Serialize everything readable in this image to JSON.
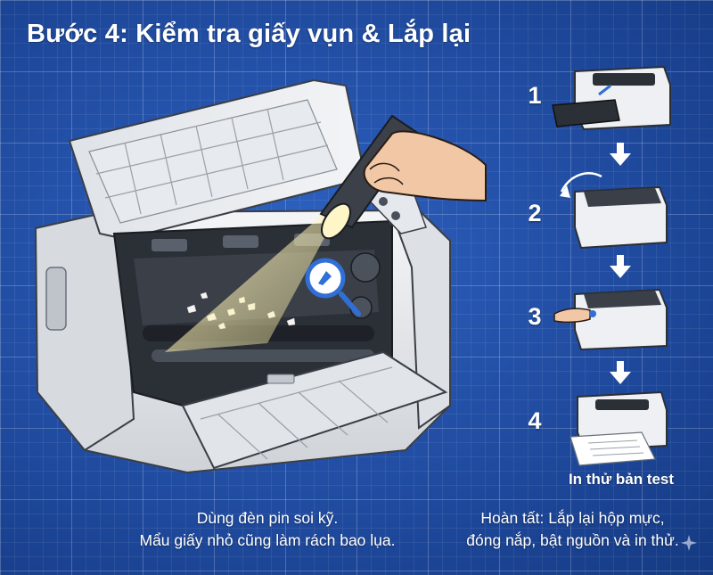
{
  "title": "Bước 4: Kiểm tra giấy vụn & Lắp lại",
  "main_panel": {
    "caption_line1": "Dùng đèn pin soi kỹ.",
    "caption_line2": "Mẩu giấy nhỏ cũng làm rách bao lụa."
  },
  "steps": {
    "items": [
      {
        "number": "1",
        "icon": "insert-cartridge-icon"
      },
      {
        "number": "2",
        "icon": "close-lid-icon"
      },
      {
        "number": "3",
        "icon": "power-button-icon"
      },
      {
        "number": "4",
        "icon": "print-test-icon"
      }
    ],
    "final_caption": "In thử bản test",
    "arrow_icon": "arrow-down-icon"
  },
  "summary": {
    "line1": "Hoàn tất: Lắp lại hộp mực,",
    "line2": "đóng nắp, bật nguồn và in thử."
  },
  "colors": {
    "background": "#1f4fa8",
    "grid": "#ffffff",
    "text": "#ffffff",
    "printer_body": "#e9ecef",
    "printer_dark": "#2b2f36",
    "light_beam": "#fff3b0",
    "magnifier": "#2f6fd6"
  }
}
